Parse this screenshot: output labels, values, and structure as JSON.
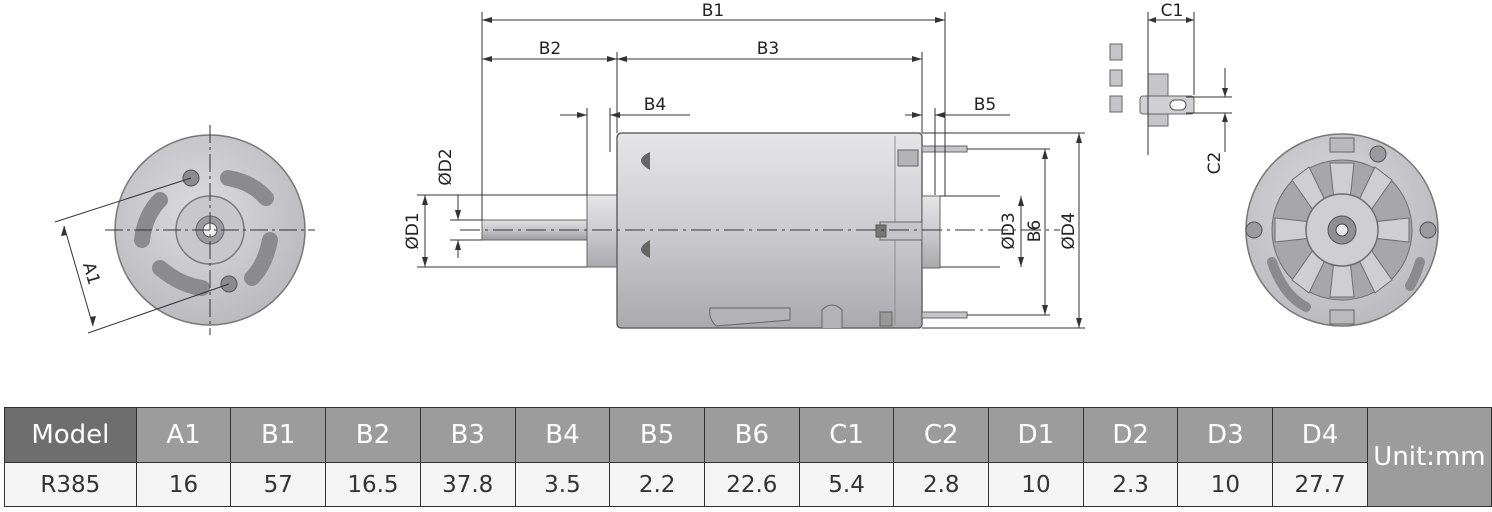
{
  "labels": {
    "a1": "A1",
    "b1": "B1",
    "b2": "B2",
    "b3": "B3",
    "b4": "B4",
    "b5": "B5",
    "b6": "B6",
    "c1": "C1",
    "c2": "C2",
    "d1": "ØD1",
    "d2": "ØD2",
    "d3": "ØD3",
    "d4": "ØD4"
  },
  "table": {
    "headers": [
      "Model",
      "A1",
      "B1",
      "B2",
      "B3",
      "B4",
      "B5",
      "B6",
      "C1",
      "C2",
      "D1",
      "D2",
      "D3",
      "D4"
    ],
    "row": [
      "R385",
      "16",
      "57",
      "16.5",
      "37.8",
      "3.5",
      "2.2",
      "22.6",
      "5.4",
      "2.8",
      "10",
      "2.3",
      "10",
      "27.7"
    ],
    "unit": "Unit:mm"
  }
}
